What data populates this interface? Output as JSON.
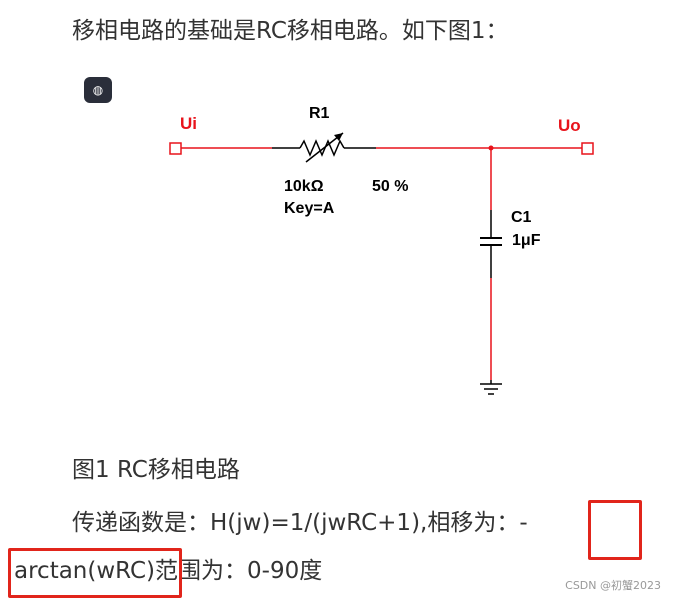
{
  "intro_text": "移相电路的基础是RC移相电路。如下图1：",
  "circuit": {
    "input_label": "Ui",
    "output_label": "Uo",
    "resistor_name": "R1",
    "resistor_value": "10kΩ",
    "resistor_key": "Key=A",
    "resistor_percent": "50 %",
    "capacitor_name": "C1",
    "capacitor_value": "1μF",
    "wire_color": "#e8131b",
    "label_color": "#e8131b",
    "component_color": "#000000"
  },
  "caption": "图1 RC移相电路",
  "transfer_text": "传递函数是：H(jw)=1/(jwRC+1),相移为：-",
  "range_text": {
    "formula": "arctan(wRC)",
    "suffix": "范围为：0-90度"
  },
  "highlight_color": "#e1251b",
  "watermark": "CSDN @初蟹2023",
  "icon": "code-block-icon"
}
